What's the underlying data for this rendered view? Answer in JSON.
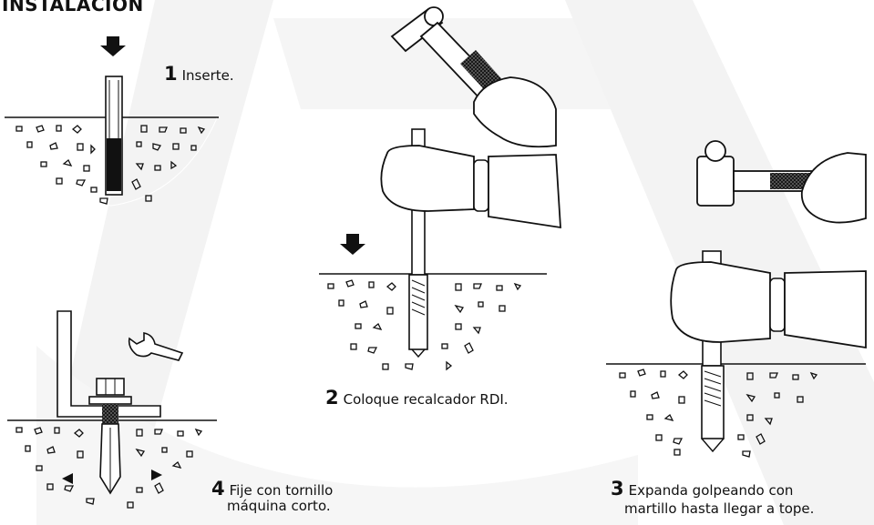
{
  "header": {
    "title": "INSTALACIÓN"
  },
  "steps": [
    {
      "number": "1",
      "text": "Inserte."
    },
    {
      "number": "2",
      "text": "Coloque recalcador RDI."
    },
    {
      "number": "3",
      "text": "Expanda golpeando con",
      "text2": "martillo hasta llegar a tope."
    },
    {
      "number": "4",
      "text": "Fije con tornillo",
      "text2": "máquina corto."
    }
  ],
  "colors": {
    "ink": "#111111",
    "watermark": "#f2f2f2",
    "background": "#ffffff"
  }
}
